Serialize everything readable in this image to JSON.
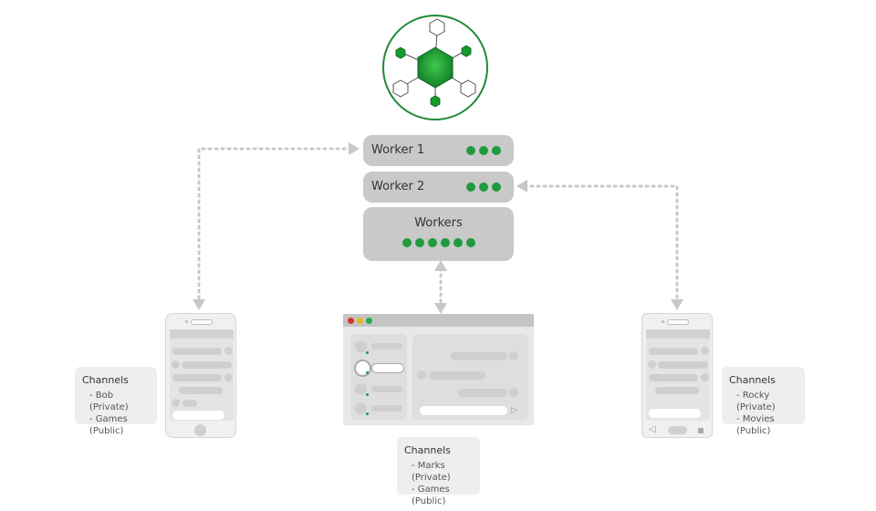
{
  "workers": [
    {
      "label": "Worker 1",
      "dots": 3
    },
    {
      "label": "Worker 2",
      "dots": 3
    }
  ],
  "worker_pool": {
    "label": "Workers",
    "dots": 6
  },
  "clients": {
    "left_phone": {
      "title": "Channels",
      "items": [
        "- Bob (Private)",
        "- Games (Public)"
      ]
    },
    "desktop": {
      "title": "Channels",
      "items": [
        "- Marks (Private)",
        "- Games (Public)"
      ]
    },
    "right_phone": {
      "title": "Channels",
      "items": [
        "- Rocky (Private)",
        "- Movies (Public)"
      ]
    }
  },
  "colors": {
    "accent": "#1f9a3f",
    "box": "#c9c9c9",
    "connector": "#c8c8c8",
    "card": "#eeeeee"
  },
  "icons": [
    "hexagon-network-icon",
    "smartphone-icon",
    "browser-window-icon",
    "android-phone-icon"
  ]
}
